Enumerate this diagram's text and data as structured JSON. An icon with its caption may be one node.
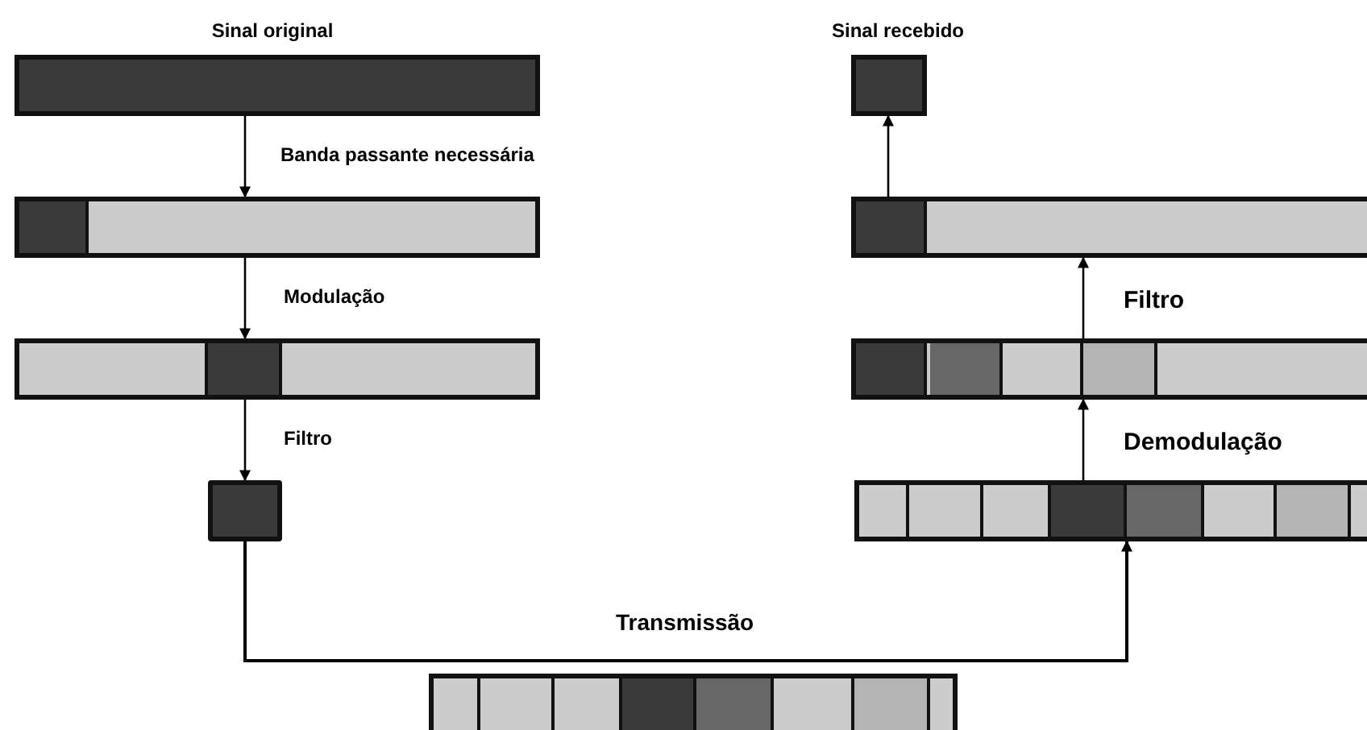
{
  "diagram": {
    "nodes": [
      {
        "text": [
          "Sinal original"
        ]
      },
      {
        "text": [],
        "shape": "bar"
      },
      {
        "text": [],
        "shape": "bar"
      },
      {
        "text": [],
        "shape": "box"
      },
      {
        "text": [
          "Sinal recebido"
        ]
      },
      {
        "text": [],
        "shape": "bar"
      },
      {
        "text": [],
        "shape": "bar"
      },
      {
        "text": [],
        "shape": "bar"
      },
      {
        "text": [],
        "shape": "bar"
      }
    ],
    "edges": [
      {
        "from": 0,
        "to": 1,
        "arrow": "to",
        "label": "Banda passante necessária"
      },
      {
        "from": 1,
        "to": 2,
        "arrow": "to",
        "label": "Modulação"
      },
      {
        "from": 2,
        "to": 3,
        "arrow": "to",
        "label": "Filtro"
      },
      {
        "from": 3,
        "to": 7,
        "arrow": "to",
        "label": "Transmissão"
      },
      {
        "from": 7,
        "to": 6,
        "arrow": "to",
        "label": "Demodulação"
      },
      {
        "from": 6,
        "to": 5,
        "arrow": "to",
        "label": "Filtro"
      },
      {
        "from": 5,
        "to": 4,
        "arrow": "to"
      }
    ]
  }
}
